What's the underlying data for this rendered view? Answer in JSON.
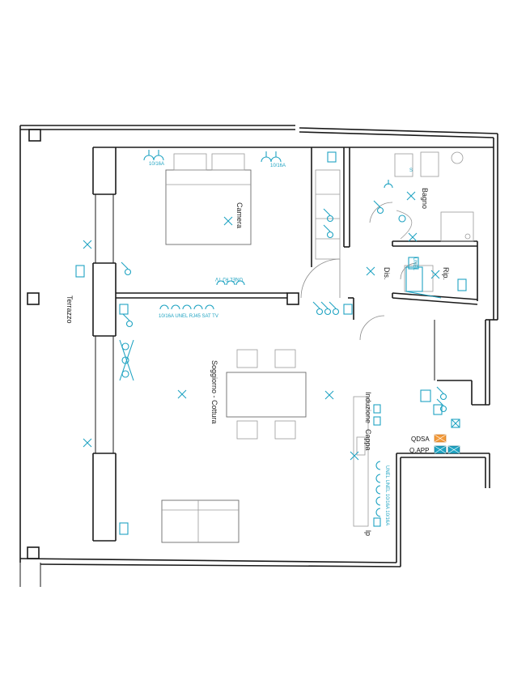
{
  "rooms": {
    "terrazzo": "Terrazzo",
    "camera": "Camera",
    "bagno": "Bagno",
    "dis": "Dis.",
    "rip": "Rip.",
    "soggiorno": "Soggiorno - Cottura"
  },
  "kitchen": {
    "induzione": "Induzione",
    "cappa": "Cappa",
    "lp": "lp"
  },
  "panels": {
    "qdsa": "QDSA",
    "qapp": "Q.APP"
  },
  "electrical": {
    "camera_socket_left": "10/16A",
    "camera_socket_right": "10/16A",
    "camera_wall_block": "UNEL RJ TV",
    "soggiorno_wall_block": "10/16A UNEL RJ45 SAT TV",
    "unel": "UNEL",
    "kitchen_strip": "UNEL UNEL 10/16A 10/16A",
    "s_label": "S"
  },
  "colors": {
    "electrical": "#1fa3c2",
    "walls": "#1a1a1a",
    "qdsa": "#f39a3a",
    "qapp": "#1fa3c2"
  }
}
